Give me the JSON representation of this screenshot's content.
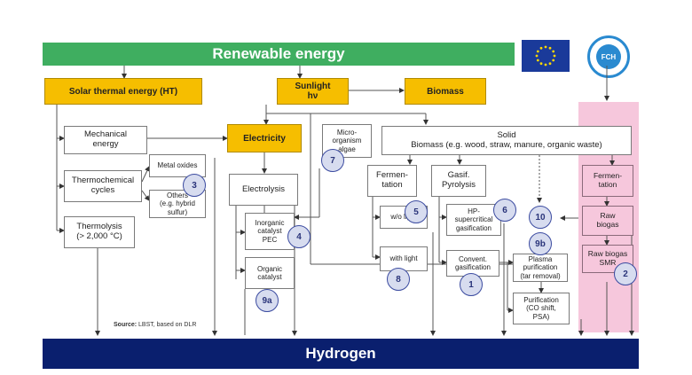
{
  "header": {
    "title": "Renewable energy"
  },
  "footer": {
    "title": "Hydrogen"
  },
  "logos": {
    "eu_flag": "eu-flag",
    "fch_text": "FCH"
  },
  "source": {
    "label": "Source:",
    "text": "LBST, based on DLR"
  },
  "colors": {
    "banner": "#3fae60",
    "footer": "#0a1f6e",
    "yellow": "#f6be00",
    "pink": "#f6c7dc",
    "circle": "#d7dcef"
  },
  "nodes": {
    "solar": "Solar thermal energy (HT)",
    "sunlight": "Sunlight\nhν",
    "biomass": "Biomass",
    "mechanical": "Mechanical\nenergy",
    "electricity": "Electricity",
    "microorganism": "Micro-\norganism\nalgae",
    "solid": "Solid\nBiomass (e.g. wood, straw, manure, organic waste)",
    "thermochemical": "Thermochemical\ncycles",
    "metal_oxides": "Metal oxides",
    "others": "Others\n(e.g. hybrid\nsulfur)",
    "thermolysis": "Thermolysis\n(> 2,000 °C)",
    "electrolysis": "Electrolysis",
    "inorganic": "Inorganic\ncatalyst\nPEC",
    "organic": "Organic\ncatalyst",
    "fermentation": "Fermen-\ntation",
    "gasif": "Gasif.\nPyrolysis",
    "wio_light": "w/o light",
    "with_light": "with light",
    "hp_super": "HP-\nsupercritical\ngasification",
    "convent": "Convent.\ngasification",
    "plasma": "Plasma\npurification\n(tar removal)",
    "purification": "Purification\n(CO shift,\nPSA)",
    "fermentation2": "Fermen-\ntation",
    "raw_biogas": "Raw\nbiogas",
    "raw_biogas_smr": "Raw biogas\nSMR"
  },
  "markers": [
    "1",
    "2",
    "3",
    "4",
    "5",
    "6",
    "7",
    "8",
    "9a",
    "9b",
    "10"
  ]
}
